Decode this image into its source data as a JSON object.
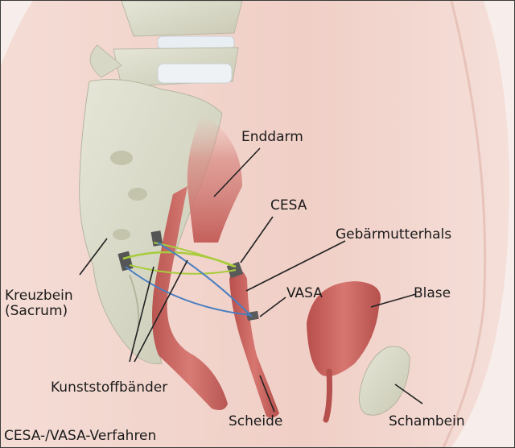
{
  "labels": {
    "enddarm": "Enddarm",
    "cesa": "CESA",
    "gebaermutterhals": "Gebärmutterhals",
    "vasa": "VASA",
    "blase": "Blase",
    "kreuzbein_1": "Kreuzbein",
    "kreuzbein_2": "(Sacrum)",
    "kunststoffbaender": "Kunststoffbänder",
    "scheide": "Scheide",
    "schambein": "Schambein"
  },
  "caption": "CESA-/VASA-Verfahren",
  "colors": {
    "background": "#f7eeec",
    "skin": "#f2d6cf",
    "bone": "#dcdccb",
    "organ": "#c8625e",
    "mesh_green": "#a8cc3c",
    "mesh_blue": "#4a7ec0",
    "leader_line": "#222222"
  }
}
